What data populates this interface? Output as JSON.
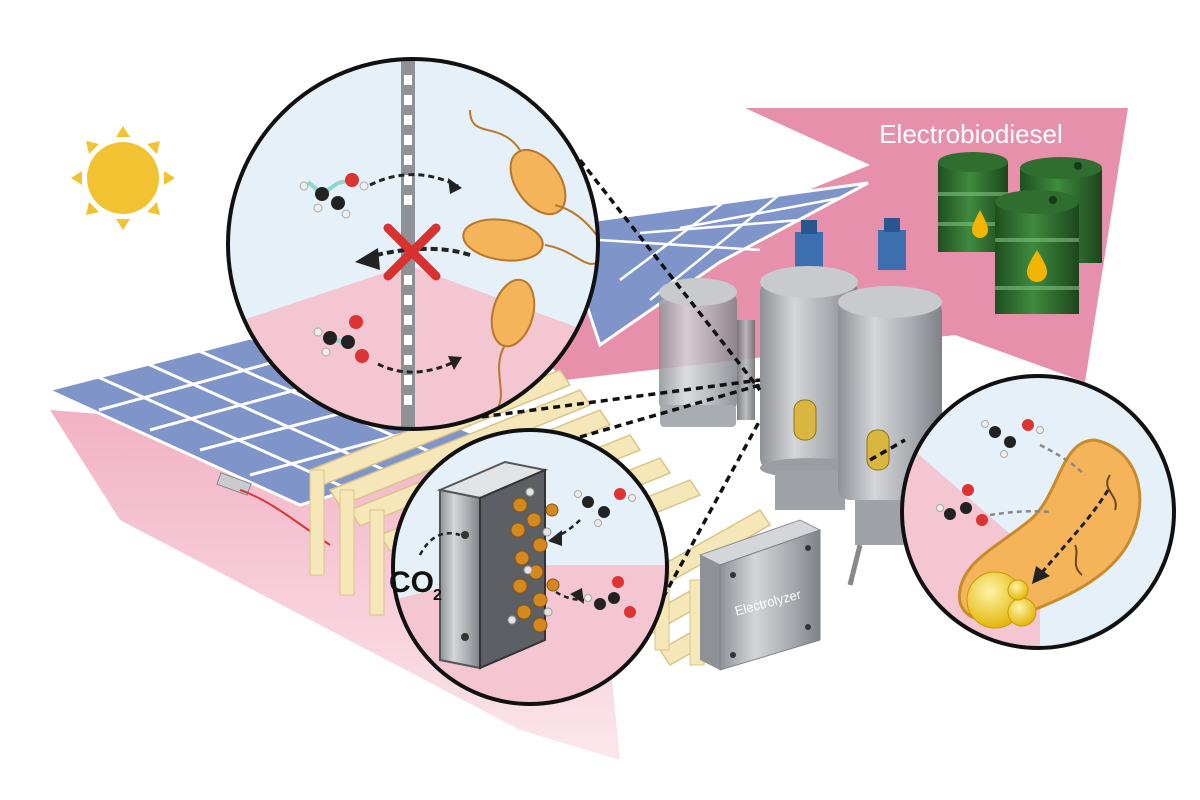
{
  "labels": {
    "product": "Electrobiodiesel",
    "device": "Electrolyzer",
    "gas": "CO",
    "gas_subscript": "2"
  },
  "colors": {
    "pink_band": "#e58aa8",
    "pink_light": "#f3c6d1",
    "blue_light": "#e6f0f9",
    "solar_blue": "#7f95c9",
    "sun": "#f1c232",
    "barrel_green": "#2e6b2e",
    "bacteria_orange": "#f5a623",
    "membrane_cream": "#f6e7b8",
    "steel_gray": "#b7b9bc"
  },
  "icons": [
    "sun-icon",
    "solar-panel-icon",
    "oil-barrel-icon",
    "bioreactor-icon",
    "bacterium-icon",
    "ethanol-molecule-icon",
    "acetate-molecule-icon",
    "electrolyzer-icon",
    "electrode-icon"
  ]
}
